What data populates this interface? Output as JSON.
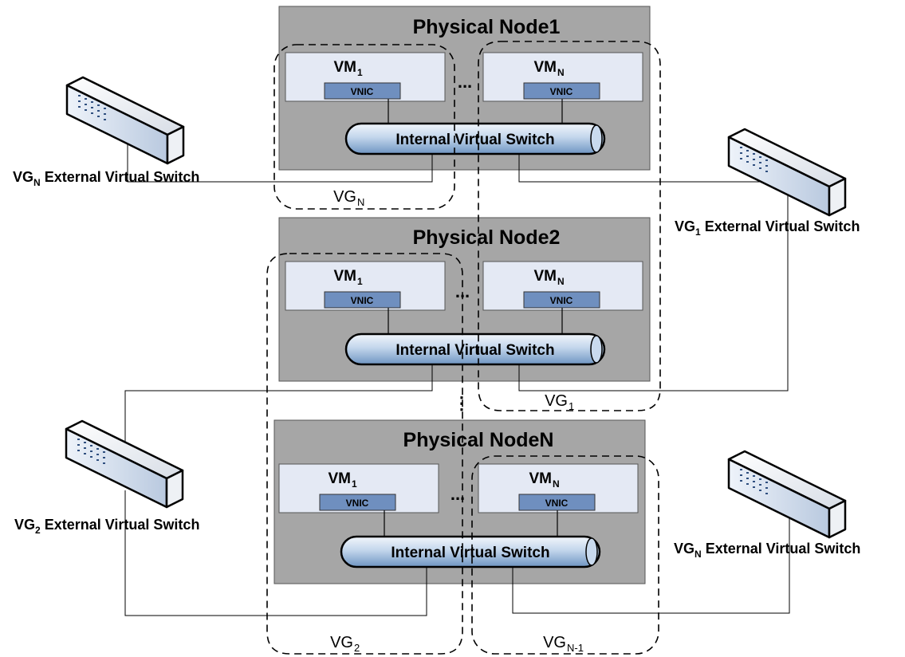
{
  "nodes": [
    {
      "title": "Physical Node1",
      "vm_left": {
        "main": "VM",
        "sub": "1"
      },
      "vm_right": {
        "main": "VM",
        "sub": "N"
      },
      "vnic": "VNIC",
      "switch": "Internal Virtual Switch",
      "ellipsis": "..."
    },
    {
      "title": "Physical Node2",
      "vm_left": {
        "main": "VM",
        "sub": "1"
      },
      "vm_right": {
        "main": "VM",
        "sub": "N"
      },
      "vnic": "VNIC",
      "switch": "Internal Virtual Switch",
      "ellipsis": "..."
    },
    {
      "title": "Physical NodeN",
      "vm_left": {
        "main": "VM",
        "sub": "1"
      },
      "vm_right": {
        "main": "VM",
        "sub": "N"
      },
      "vnic": "VNIC",
      "switch": "Internal Virtual Switch",
      "ellipsis": "..."
    }
  ],
  "external_switches": [
    {
      "id": "top-left",
      "prefix": "VG",
      "sub": "N",
      "suffix": " External Virtual Switch",
      "icon": "network-switch-icon"
    },
    {
      "id": "top-right",
      "prefix": "VG",
      "sub": "1",
      "suffix": " External Virtual Switch",
      "icon": "network-switch-icon"
    },
    {
      "id": "bottom-left",
      "prefix": "VG",
      "sub": "2",
      "suffix": " External Virtual Switch",
      "icon": "network-switch-icon"
    },
    {
      "id": "bottom-right",
      "prefix": "VG",
      "sub": "N",
      "suffix": " External Virtual Switch",
      "icon": "network-switch-icon"
    }
  ],
  "vgroups": [
    {
      "id": "vgn-top",
      "main": "VG",
      "sub": "N"
    },
    {
      "id": "vg1",
      "main": "VG",
      "sub": "1"
    },
    {
      "id": "vg2",
      "main": "VG",
      "sub": "2"
    },
    {
      "id": "vgn-1",
      "main": "VG",
      "sub": "N-1"
    }
  ],
  "vertical_ellipsis": "⋮",
  "colors": {
    "node_fill": "#a6a6a6",
    "vm_fill": "#e4e9f4",
    "vnic_fill": "#6f8fbf",
    "switch_light": "#dbe7f4",
    "switch_dark": "#7aa0cc"
  }
}
